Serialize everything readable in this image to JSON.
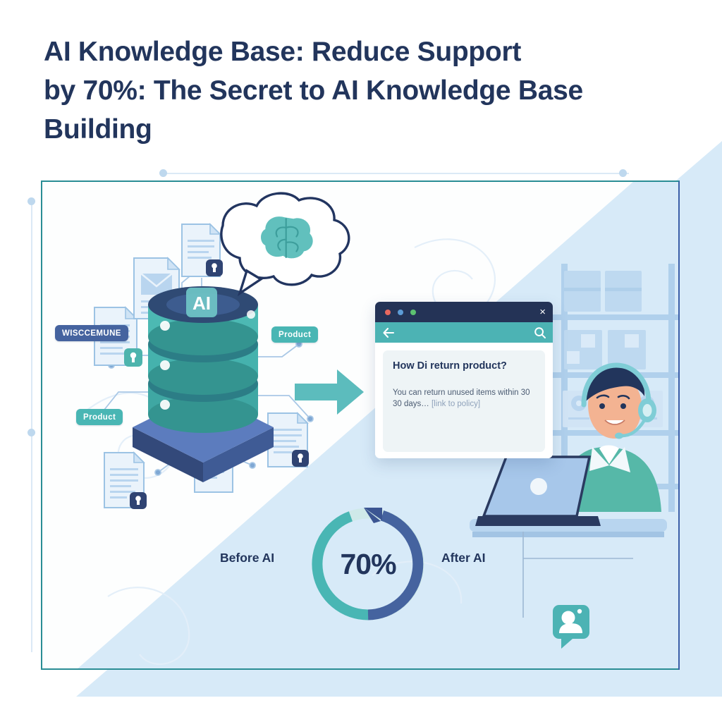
{
  "title": {
    "line1": "AI Knowledge Base: Reduce Support",
    "line2": "by 70%: The Secret to AI Knowledge Base",
    "line3": "Building"
  },
  "colors": {
    "navy": "#22355c",
    "teal": "#49b6b4",
    "teal_dark": "#2a8d95",
    "blue": "#45639f",
    "blue_frame": "#3b5ea8",
    "wedge": "#d7eaf8",
    "panel_bg": "#ffffff",
    "doc_blue": "#aecbe8"
  },
  "diagram": {
    "database": {
      "badge_label": "AI",
      "tags": [
        {
          "id": "tag-navy-left",
          "label": "WISCCEMUNE",
          "style": "navy"
        },
        {
          "id": "tag-teal-right",
          "label": "Product",
          "style": "teal"
        },
        {
          "id": "tag-teal-lower-left",
          "label": "Product",
          "style": "teal"
        }
      ]
    },
    "thought_bubble": {
      "icon": "brain-icon"
    },
    "arrow": {
      "icon": "arrow-right-icon",
      "direction": "right"
    }
  },
  "browser": {
    "titlebar": {
      "dots": [
        "#e8685f",
        "#5d9cd6",
        "#5cc271"
      ],
      "close_label": "×"
    },
    "toolbar": {
      "back_icon": "arrow-left-icon",
      "search_icon": "search-icon"
    },
    "answer": {
      "question": "How Di return product?",
      "body": "You can return unused items within 30 30 days… ",
      "link": "[link to policy]"
    }
  },
  "agent": {
    "chat_badge_icon": "support-agent-icon",
    "headset": true,
    "laptop": true,
    "shelving": {
      "icon": "warehouse-shelf-icon",
      "rows": 4
    }
  },
  "stats": {
    "before_label": "Before AI",
    "after_label": "After AI",
    "donut": {
      "value_label": "70%",
      "value": 70,
      "segments": [
        {
          "name": "teal",
          "color": "#49b6b4",
          "from_deg": 180,
          "to_deg": 360
        },
        {
          "name": "blue",
          "color": "#45639f",
          "from_deg": 0,
          "to_deg": 180
        }
      ]
    }
  },
  "chart_data": {
    "type": "pie",
    "title": "70%",
    "categories": [
      "Before AI",
      "After AI"
    ],
    "values": [
      50,
      50
    ],
    "colors": [
      "#49b6b4",
      "#45639f"
    ],
    "annotation": "70%",
    "legend_position": "sides"
  }
}
